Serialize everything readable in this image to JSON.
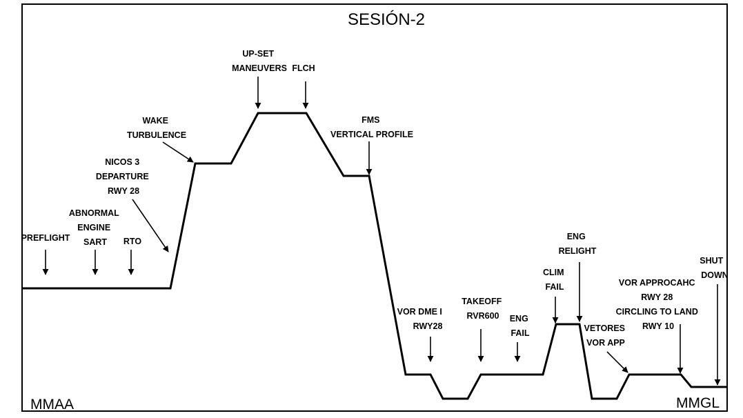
{
  "title": "SESIÓN-2",
  "origin": "MMAA",
  "destination": "MMGL",
  "labels": {
    "preflight": [
      "PREFLIGHT"
    ],
    "abnormal_engine_start": [
      "ABNORMAL",
      "ENGINE",
      "SART"
    ],
    "rto": [
      "RTO"
    ],
    "nicos_departure": [
      "NICOS 3",
      "DEPARTURE",
      "RWY 28"
    ],
    "wake_turbulence": [
      "WAKE",
      "TURBULENCE"
    ],
    "upset_maneuvers": [
      "UP-SET",
      "MANEUVERS"
    ],
    "flch": [
      "FLCH"
    ],
    "fms_vertical_profile": [
      "FMS",
      "VERTICAL PROFILE"
    ],
    "vor_dme": [
      "VOR DME I",
      "RWY28"
    ],
    "takeoff_rvr": [
      "TAKEOFF",
      "RVR600"
    ],
    "eng_fail": [
      "ENG",
      "FAIL"
    ],
    "clim_fail": [
      "CLIM",
      "FAIL"
    ],
    "eng_relight": [
      "ENG",
      "RELIGHT"
    ],
    "vetores_vor_app": [
      "VETORES",
      "VOR APP"
    ],
    "vor_approach": [
      "VOR APPROCAHC",
      "RWY 28",
      "CIRCLING TO LAND",
      "RWY 10"
    ],
    "shut_down": [
      "SHUT",
      "DOWN"
    ]
  }
}
